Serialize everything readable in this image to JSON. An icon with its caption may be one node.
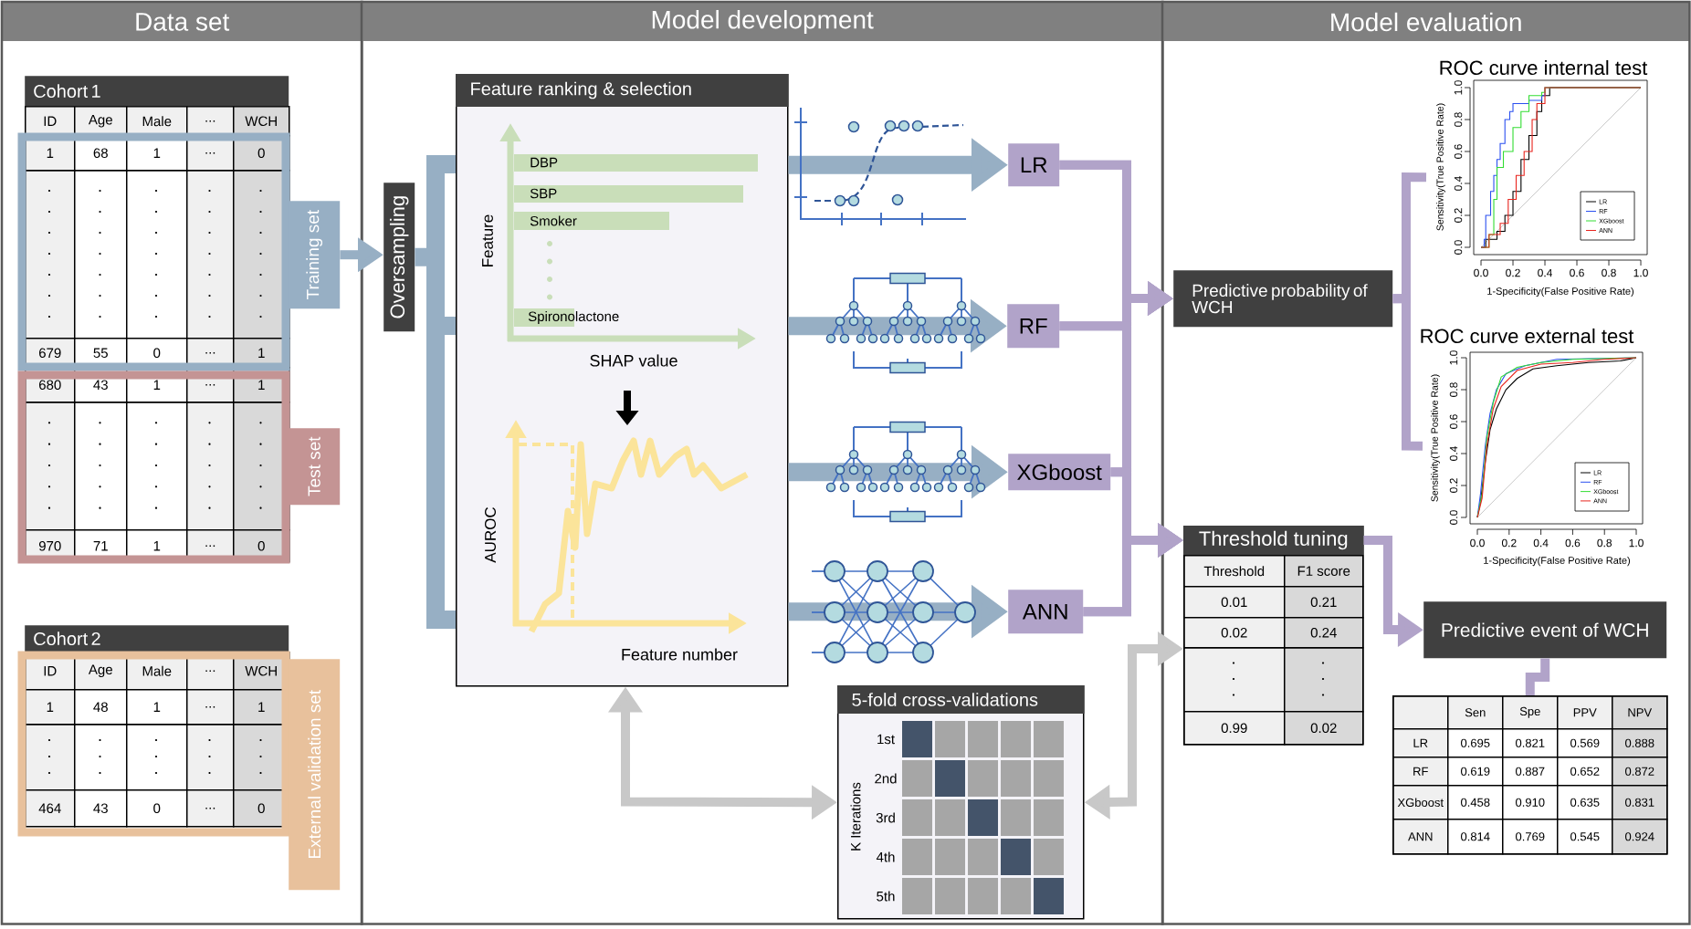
{
  "diagram": {
    "nodes": [
      {
        "text": [
          "Data set"
        ]
      },
      {
        "text": [
          "Model development"
        ]
      },
      {
        "text": [
          "Model evaluation"
        ]
      },
      {
        "text": [
          "Cohort 1"
        ],
        "in": 0
      },
      {
        "text": [
          "Training set"
        ],
        "in": 0
      },
      {
        "text": [
          "Test set"
        ],
        "in": 0
      },
      {
        "text": [
          "Cohort 2"
        ],
        "in": 0
      },
      {
        "text": [
          "External validation set"
        ],
        "in": 0
      },
      {
        "text": [
          "Oversampling"
        ],
        "in": 1
      },
      {
        "text": [
          "Feature ranking & selection"
        ],
        "in": 1
      },
      {
        "text": [
          "LR"
        ],
        "in": 1
      },
      {
        "text": [
          "RF"
        ],
        "in": 1
      },
      {
        "text": [
          "XGboost"
        ],
        "in": 1
      },
      {
        "text": [
          "ANN"
        ],
        "in": 1
      },
      {
        "text": [
          "5-fold cross-validations"
        ],
        "in": 1
      },
      {
        "text": [
          "Predictive probability of WCH"
        ],
        "in": 2
      },
      {
        "text": [
          "Threshold tuning"
        ],
        "in": 2
      },
      {
        "text": [
          "ROC curve internal test"
        ],
        "in": 2
      },
      {
        "text": [
          "ROC curve external test"
        ],
        "in": 2
      },
      {
        "text": [
          "Predictive event of WCH"
        ],
        "in": 2
      },
      {
        "text": [],
        "shape": "box",
        "in": 2
      }
    ],
    "edges": [
      {
        "from": 4,
        "to": 8,
        "arrow": "to",
        "color": "#97afc4"
      },
      {
        "from": 8,
        "to": 9,
        "arrow": "none",
        "style": "thick",
        "color": "#97afc4"
      },
      {
        "from": 9,
        "to": 10,
        "arrow": "to",
        "style": "thick",
        "color": "#97afc4"
      },
      {
        "from": 9,
        "to": 11,
        "arrow": "to",
        "style": "thick",
        "color": "#97afc4"
      },
      {
        "from": 9,
        "to": 12,
        "arrow": "to",
        "style": "thick",
        "color": "#97afc4"
      },
      {
        "from": 9,
        "to": 13,
        "arrow": "to",
        "style": "thick",
        "color": "#97afc4"
      },
      {
        "from": 10,
        "to": 15,
        "arrow": "to"
      },
      {
        "from": 11,
        "to": 15,
        "arrow": "to"
      },
      {
        "from": 12,
        "to": 15,
        "arrow": "to"
      },
      {
        "from": 13,
        "to": 15,
        "arrow": "to"
      },
      {
        "from": 10,
        "to": 16,
        "arrow": "to"
      },
      {
        "from": 11,
        "to": 16,
        "arrow": "to"
      },
      {
        "from": 12,
        "to": 16,
        "arrow": "to"
      },
      {
        "from": 13,
        "to": 16,
        "arrow": "to"
      },
      {
        "from": 15,
        "to": 17,
        "arrow": "none"
      },
      {
        "from": 15,
        "to": 18,
        "arrow": "none"
      },
      {
        "from": 16,
        "to": 19,
        "arrow": "to"
      },
      {
        "from": 19,
        "to": 20,
        "arrow": "none"
      },
      {
        "from": 9,
        "to": 14,
        "arrow": "both",
        "color": "#c8c8c8"
      },
      {
        "from": 14,
        "to": 16,
        "arrow": "both",
        "color": "#c8c8c8"
      }
    ],
    "labels": [
      "ID",
      "Age",
      "Male",
      "...",
      "WCH",
      "1",
      "68",
      "1",
      "...",
      "0",
      "679",
      "55",
      "0",
      "...",
      "1",
      "680",
      "43",
      "1",
      "...",
      "1",
      "970",
      "71",
      "1",
      "...",
      "0",
      "ID",
      "Age",
      "Male",
      "...",
      "WCH",
      "1",
      "48",
      "1",
      "...",
      "1",
      "464",
      "43",
      "0",
      "...",
      "0",
      "DBP",
      "SBP",
      "Smoker",
      "Spironolactone",
      "Feature",
      "SHAP value",
      "AUROC",
      "Feature number",
      "1st",
      "2nd",
      "3rd",
      "4th",
      "5th",
      "K Iterations",
      "0.0",
      "0.2",
      "0.4",
      "0.6",
      "0.8",
      "1.0",
      "Sensitivity(True Positive Rate)",
      "0.0",
      "0.2",
      "0.4",
      "0.6",
      "0.8",
      "1.0",
      "1-Specificity(False Positive Rate)",
      "0.0",
      "0.2",
      "0.4",
      "0.6",
      "0.8",
      "1.0",
      "Sensitivity(True Positive Rate)",
      "0.0",
      "0.2",
      "0.4",
      "0.6",
      "0.8",
      "1.0",
      "1-Specificity(False Positive Rate)",
      "Threshold",
      "F1 score",
      "0.01",
      "0.21",
      "0.02",
      "0.24",
      "0.99",
      "0.02",
      "Sen",
      "Spe",
      "PPV",
      "NPV",
      "LR",
      "0.695",
      "0.821",
      "0.569",
      "0.888",
      "RF",
      "0.619",
      "0.887",
      "0.652",
      "0.872",
      "XGboost",
      "0.458",
      "0.910",
      "0.635",
      "0.831",
      "ANN",
      "0.814",
      "0.769",
      "0.545",
      "0.924"
    ],
    "legend": [
      {
        "text": "LR"
      },
      {
        "text": "RF"
      },
      {
        "text": "XGboost"
      },
      {
        "text": "ANN"
      },
      {
        "text": "LR"
      },
      {
        "text": "RF"
      },
      {
        "text": "XGboost"
      },
      {
        "text": "ANN"
      }
    ]
  }
}
